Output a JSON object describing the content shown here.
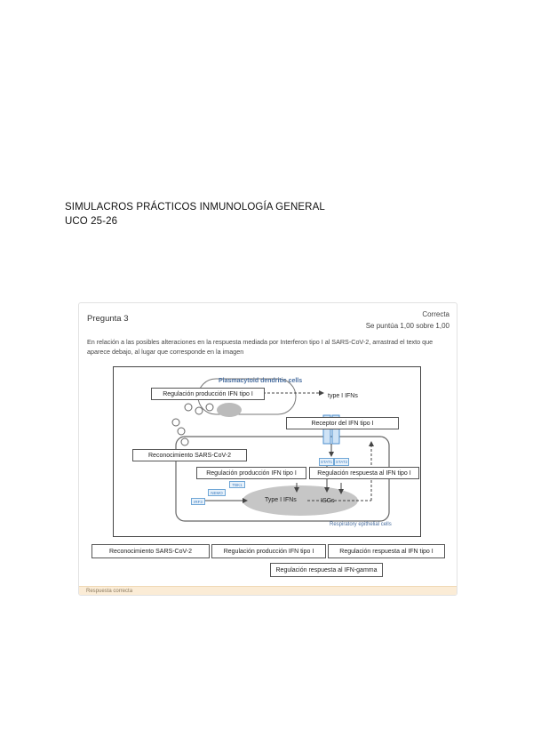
{
  "header": {
    "line1": "SIMULACROS PRÁCTICOS  INMUNOLOGÍA GENERAL",
    "line2": "UCO 25-26"
  },
  "question": {
    "title": "Pregunta 3",
    "status": "Correcta",
    "score": "Se puntúa 1,00 sobre 1,00",
    "text": "En relación a las posibles alteraciones en la respuesta mediada por Interferon tipo I al SARS-CoV-2, arrastrad el texto que aparece debajo, al lugar que corresponde en la imagen"
  },
  "figure": {
    "label_pdc": "Plasmacytoid dendritic cells",
    "label_type_i_ifns_top": "type I IFNs",
    "label_type_i_ifns_inner": "Type I IFNs",
    "label_isgs": "ISGs",
    "label_epithelial": "Respiratory epithelial cells",
    "mini_stat1": "STAT1",
    "mini_stat2": "STAT2",
    "mini_tbk1": "TBK1",
    "mini_nemo": "NEMO",
    "mini_irf3": "IRF3"
  },
  "drop_zones": [
    "Regulación producción IFN tipo I",
    "Receptor del IFN tipo I",
    "Reconocimiento SARS-CoV-2",
    "Regulación producción IFN tipo I",
    "Regulación respuesta al IFN tipo I"
  ],
  "drag_options": [
    "Reconocimiento SARS-CoV-2",
    "Regulación producción IFN tipo I",
    "Regulación respuesta al IFN tipo I",
    "Regulación respuesta al IFN-gamma"
  ],
  "answer_bar": "Respuesta correcta"
}
